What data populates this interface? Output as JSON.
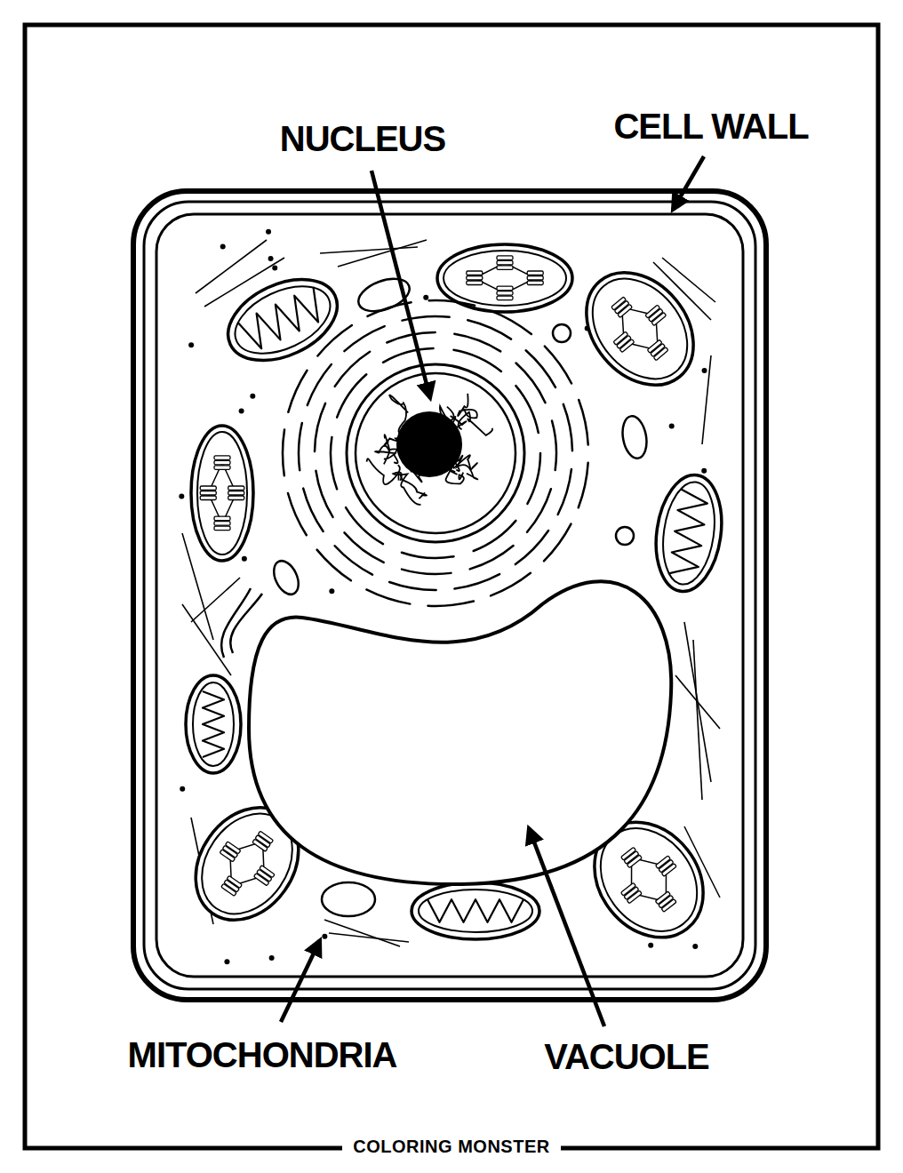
{
  "diagram": {
    "labels": [
      "NUCLEUS",
      "CELL WALL",
      "MITOCHONDRIA",
      "VACUOLE",
      "COLORING MONSTER"
    ]
  }
}
